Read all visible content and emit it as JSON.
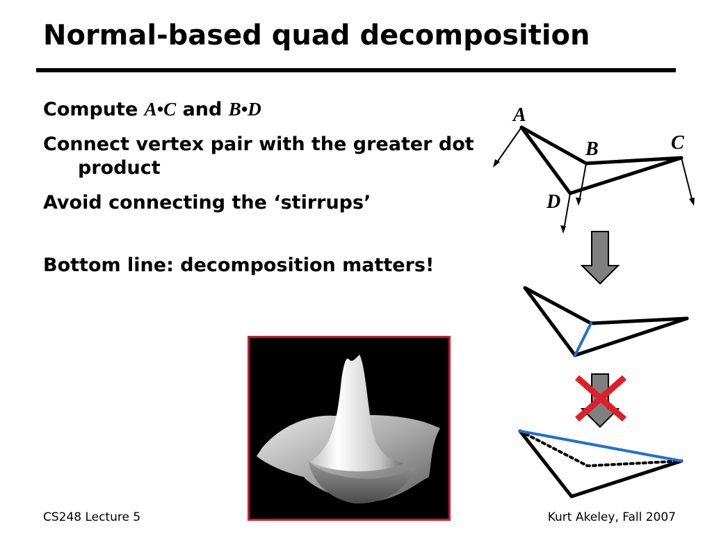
{
  "slide": {
    "title": "Normal-based quad decomposition",
    "bullets": {
      "b1": {
        "prefix": "Compute",
        "expr1": "A•C",
        "join": "and",
        "expr2": "B•D"
      },
      "b2": "Connect vertex pair with the greater dot product",
      "b3": "Avoid connecting the ‘stirrups’",
      "b4": "Bottom line: decomposition matters!"
    },
    "vertex_labels": {
      "a": "A",
      "b": "B",
      "c": "C",
      "d": "D"
    },
    "footer": {
      "left": "CS248 Lecture 5",
      "right": "Kurt Akeley, Fall 2007"
    }
  },
  "colors": {
    "chosen_diagonal": "#1f6fd6",
    "rejected_mark": "#e11d2a",
    "photo_border": "#c81e33",
    "arrow_fill": "#808080"
  },
  "icons": {
    "down_arrow": "down-arrow-icon",
    "reject_mark": "red-x-icon"
  }
}
